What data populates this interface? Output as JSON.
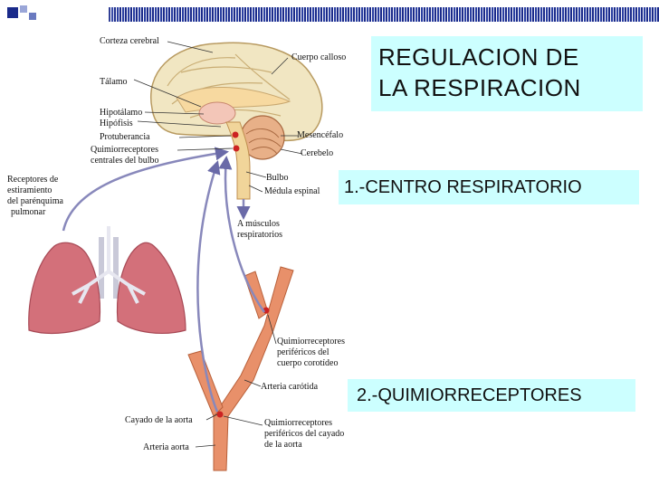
{
  "title": "REGULACION  DE\nLA RESPIRACION",
  "box1": "1.-CENTRO RESPIRATORIO",
  "box2": "2.-QUIMIORRECEPTORES",
  "labels": {
    "corteza": "Corteza cerebral",
    "talamo": "Tálamo",
    "hipotalamo": "Hipotálamo",
    "hipofisis": "Hipófisis",
    "protuberancia": "Protuberancia",
    "quimio_centrales_1": "Quimiorreceptores",
    "quimio_centrales_2": "centrales del bulbo",
    "receptores_1": "Receptores de",
    "receptores_2": "estiramiento",
    "receptores_3": "del parénquima",
    "receptores_4": "pulmonar",
    "cuerpo_calloso": "Cuerpo calloso",
    "mesencefalo": "Mesencéfalo",
    "cerebelo": "Cerebelo",
    "bulbo": "Bulbo",
    "medula": "Médula espinal",
    "musculos_1": "A músculos",
    "musculos_2": "respiratorios",
    "carotid_1": "Quimiorreceptores",
    "carotid_2": "periféricos del",
    "carotid_3": "cuerpo corotídeo",
    "arteria_carotida": "Arteria carótida",
    "cayado": "Cayado de la aorta",
    "arteria_aorta": "Arteria aorta",
    "aortic_1": "Quimiorreceptores",
    "aortic_2": "periféricos del cayado",
    "aortic_3": "de la aorta"
  },
  "colors": {
    "brain": "#efe0b0",
    "vessel": "#e8906a",
    "lung": "#d0707a",
    "nerve": "#8888bb",
    "box": "#ccffff"
  }
}
